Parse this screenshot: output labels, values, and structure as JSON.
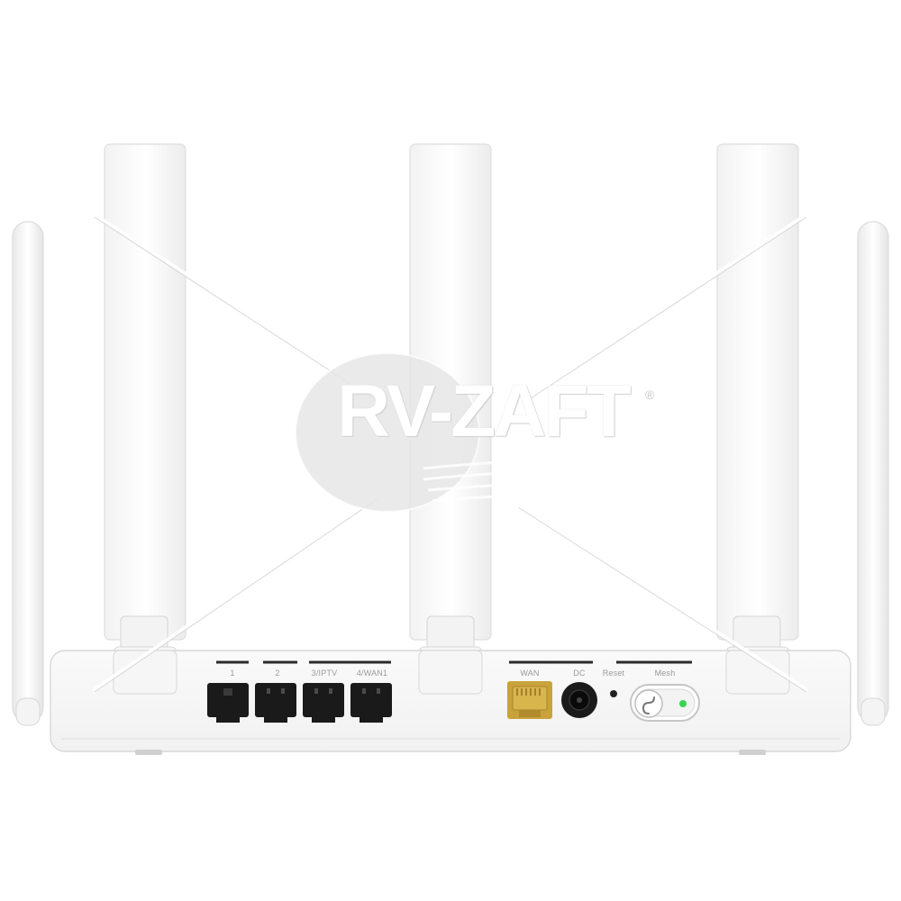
{
  "photo": {
    "subject": "White wireless router, rear view",
    "port_labels": [
      "1",
      "2",
      "3/IPTV",
      "4/WAN1",
      "WAN",
      "DC",
      "Reset",
      "Mesh"
    ],
    "indicator_color": "#39d353",
    "wan_port_color": "#c9a23c"
  },
  "watermark": {
    "text": "RV-ZAFT",
    "registered_mark": "®"
  }
}
